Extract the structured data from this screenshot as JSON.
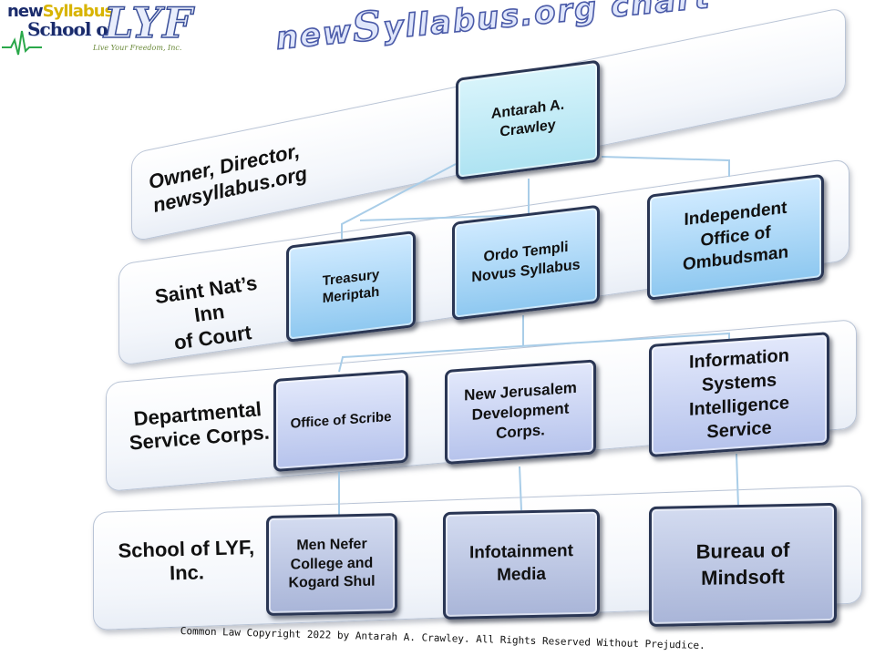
{
  "logo": {
    "line1_a": "new",
    "line1_b": "Syllabus",
    "line2": "School of",
    "big": "LYF",
    "tagline": "Live Your Freedom, Inc."
  },
  "title": {
    "part1": "new",
    "part2": "S",
    "part3": "yllabus.org chart"
  },
  "tiers": [
    {
      "label_line1": "Owner, Director,",
      "label_line2": "newsyllabus.org",
      "boxes": [
        {
          "lines": [
            "Antarah A.",
            "Crawley"
          ]
        }
      ]
    },
    {
      "label_line1": "Saint Nat’s Inn",
      "label_line2": "of Court",
      "boxes": [
        {
          "lines": [
            "Treasury",
            "Meriptah"
          ]
        },
        {
          "lines": [
            "Ordo Templi",
            "Novus Syllabus"
          ]
        },
        {
          "lines": [
            "Independent",
            "Office of",
            "Ombudsman"
          ]
        }
      ]
    },
    {
      "label_line1": "Departmental",
      "label_line2": "Service Corps.",
      "boxes": [
        {
          "lines": [
            "Office of Scribe"
          ]
        },
        {
          "lines": [
            "New Jerusalem",
            "Development",
            "Corps."
          ]
        },
        {
          "lines": [
            "Information",
            "Systems",
            "Intelligence",
            "Service"
          ]
        }
      ]
    },
    {
      "label_line1": "School of LYF,",
      "label_line2": "Inc.",
      "boxes": [
        {
          "lines": [
            "Men Nefer",
            "College and",
            "Kogard Shul"
          ]
        },
        {
          "lines": [
            "Infotainment",
            "Media"
          ]
        },
        {
          "lines": [
            "Bureau of",
            "Mindsoft"
          ]
        }
      ]
    }
  ],
  "footer": "Common Law Copyright 2022 by Antarah A. Crawley. All Rights Reserved Without Prejudice.",
  "colors": {
    "border": "#2a3654",
    "connector": "#a9cde8",
    "band_border": "#b9c4d6",
    "title_outline": "#4a5aa8"
  }
}
